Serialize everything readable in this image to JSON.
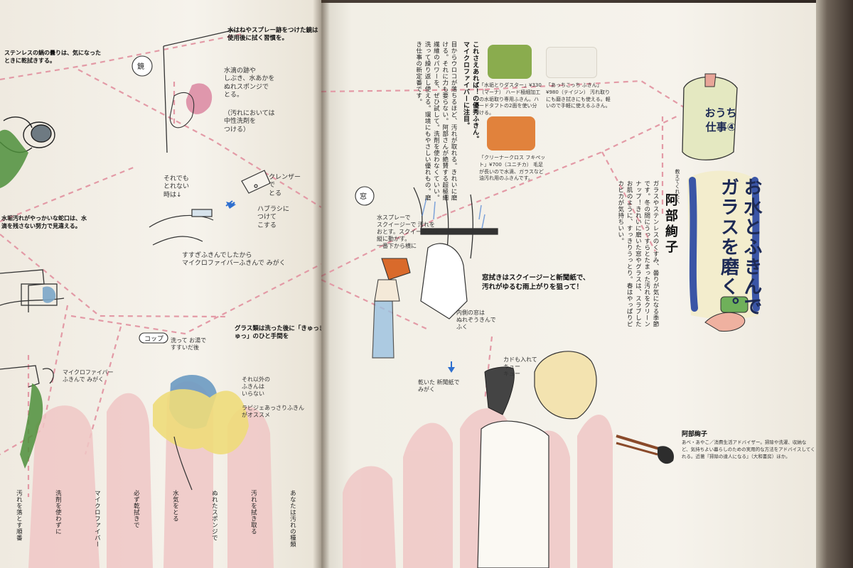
{
  "spread": {
    "series_label": "おうち\n仕事④",
    "title": "お水とふきんで\nガラスを磨く。",
    "author_credit": "教えてくれた人",
    "author_name": "阿部絢子",
    "profile": {
      "name": "阿部絢子",
      "text": "あべ・あやこ／消費生活アドバイザー。掃除や洗濯、収納など、気持ちよい暮らしのための実用的な方法をアドバイスしてくれる。近著『掃除の達人になる』（大和書房）ほか。"
    }
  },
  "left_page": {
    "sections": [
      {
        "heading": "ステンレスの鍋の曇りは、気になったときに乾拭きする。"
      },
      {
        "heading": "水はねやスプレー跡をつけた鏡は使用後に拭く習慣を。"
      },
      {
        "heading": "水垢汚れがやっかいな蛇口は、水滴を残さない努力で見違える。"
      },
      {
        "heading": "グラス類は洗った後に「きゅっきゅっ」のひと手間を"
      }
    ],
    "notes": [
      {
        "text": "水滴の跡や\nしぶき、水あかを\nぬれスポンジで\nとる。"
      },
      {
        "text": "（汚れにおいては\n中性洗剤を\nつける）"
      },
      {
        "text": "それでも\nとれない\n時は↓"
      },
      {
        "text": "クレンザー\nで\nとる"
      },
      {
        "text": "ハブラシに\nつけて\nこする"
      },
      {
        "text": "すすぎふきんでしたから\nマイクロファイバーふきんで みがく"
      },
      {
        "text": "マイクロファイバー\nふきんで みがく"
      },
      {
        "text": "洗って お湯で\nすすいだ後"
      },
      {
        "text": "それ以外の\nふきんは\nいらない"
      },
      {
        "text": "ラピジェあっさりふきん\nがオススメ"
      }
    ],
    "icon_labels": {
      "mirror": "鏡",
      "cup": "コップ"
    },
    "body_columns": [
      "汚れを落とす順番",
      "洗剤を使わずに",
      "マイクロファイバー",
      "必ず乾拭きで",
      "水気をとる",
      "ぬれたスポンジで",
      "汚れを拭き取る",
      "あなたは汚れの種類"
    ]
  },
  "right_page": {
    "intro_lead": "これさえあれば！の優秀ふきん。マイクロファイバーに注目。",
    "intro_body": "目からウロコが落ちるほど、汚れが取れる。きれいに磨ける。それに力も要らない。阿部さんが絶賛する超極細繊維のパワーを、ぜひ試して。洗剤を使わなくていい。洗って繰り返し使える。環境にもやさしい優れもの。磨き仕事の新定番です。",
    "products": [
      {
        "caption": "「水垢とりダスター」¥330（マーナ） ハード極細加工の水垢取り専用ふきん。ハードタフトの2面を使い分ける。",
        "color": "#8aac4e"
      },
      {
        "caption": "「あっちこっち ふきん」¥980（テイジン） 汚れ取りにも磨き拭きにも使える。軽いので手軽に使えるふきん。",
        "color": "#f1eee6"
      },
      {
        "caption": "「クリーナークロス フキペット」¥700（ユニチカ） 毛足が長いので水滴、ガラスなど油汚れ用のふきんです。",
        "color": "#e1823c"
      }
    ],
    "window_heading": "窓拭きはスクイージーと新聞紙で、\n汚れがゆるむ雨上がりを狙って！",
    "window_icon": "窓",
    "window_notes": [
      {
        "text": "水スプレーで\nスクイージーで 汚れを\nおとす。スクイージーは\n縦に動かす。\n一番下から横に"
      },
      {
        "text": "内側の窓は\nぬれぞうきんで\nふく"
      },
      {
        "text": "乾いた 新聞紙で\nみがく"
      },
      {
        "text": "カドも入れて\nキュー\nキュー"
      }
    ],
    "lead_body": "ガラスやステンレスのくすみ、曇りが気になる季節です。冬の間にうっすらとたまった汚れをクリーンナップ！きれいに磨いた窓やグラスは、スラブしたお肌のように、すっきりうっとり。春はやっぱりピカピカが気持ちいい。"
  }
}
